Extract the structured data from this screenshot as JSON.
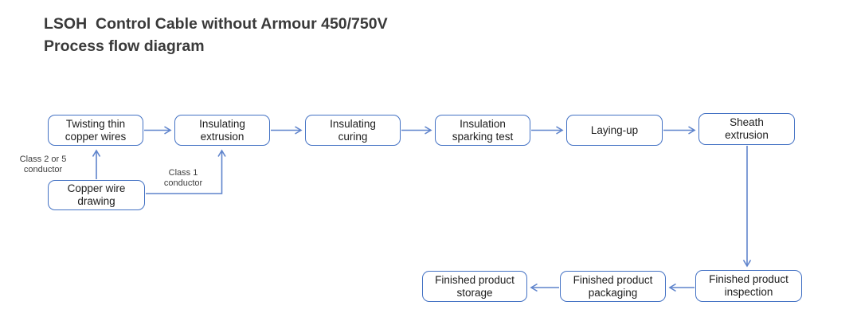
{
  "title": {
    "line1": "LSOH  Control Cable without Armour 450/750V",
    "line2": "Process flow diagram"
  },
  "nodes": {
    "twisting": {
      "lines": [
        "Twisting thin",
        "copper wires"
      ]
    },
    "insulating_extrusion": {
      "lines": [
        "Insulating",
        "extrusion"
      ]
    },
    "insulating_curing": {
      "lines": [
        "Insulating",
        "curing"
      ]
    },
    "sparking_test": {
      "lines": [
        "Insulation",
        "sparking test"
      ]
    },
    "laying_up": {
      "lines": [
        "Laying-up"
      ]
    },
    "sheath_extrusion": {
      "lines": [
        "Sheath",
        "extrusion"
      ]
    },
    "copper_wire_drawing": {
      "lines": [
        "Copper wire",
        "drawing"
      ]
    },
    "inspection": {
      "lines": [
        "Finished product",
        "inspection"
      ]
    },
    "packaging": {
      "lines": [
        "Finished product",
        "packaging"
      ]
    },
    "storage": {
      "lines": [
        "Finished product",
        "storage"
      ]
    }
  },
  "annotations": {
    "class_2_or_5": {
      "lines": [
        "Class 2 or 5",
        "conductor"
      ]
    },
    "class_1": {
      "lines": [
        "Class 1",
        "conductor"
      ]
    }
  },
  "colors": {
    "box_border": "#4472C4",
    "arrow": "#5F84CC",
    "text": "#1c1c1c",
    "title": "#3a3a3a"
  }
}
